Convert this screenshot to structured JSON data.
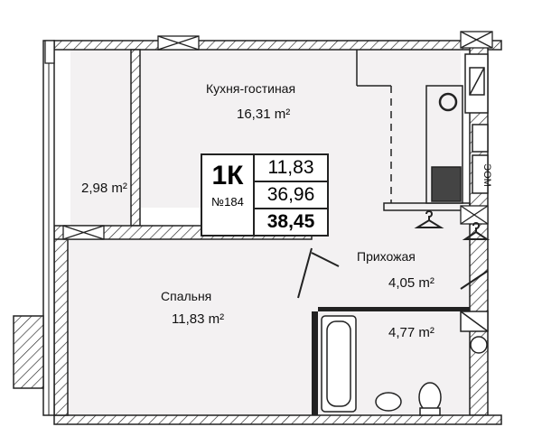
{
  "rooms": {
    "kitchen": {
      "name": "Кухня-гостиная",
      "area": "16,31 m²"
    },
    "loggia": {
      "area": "2,98 m²"
    },
    "bedroom": {
      "name": "Спальня",
      "area": "11,83 m²"
    },
    "hallway": {
      "name": "Прихожая",
      "area": "4,05 m²"
    },
    "bathroom": {
      "area": "4,77 m²"
    }
  },
  "info": {
    "type": "1К",
    "number": "№184",
    "living_area": "11,83",
    "total_area": "36,96",
    "total_with_loggia": "38,45"
  },
  "labels": {
    "electrical_panel": "ЭОМ"
  }
}
